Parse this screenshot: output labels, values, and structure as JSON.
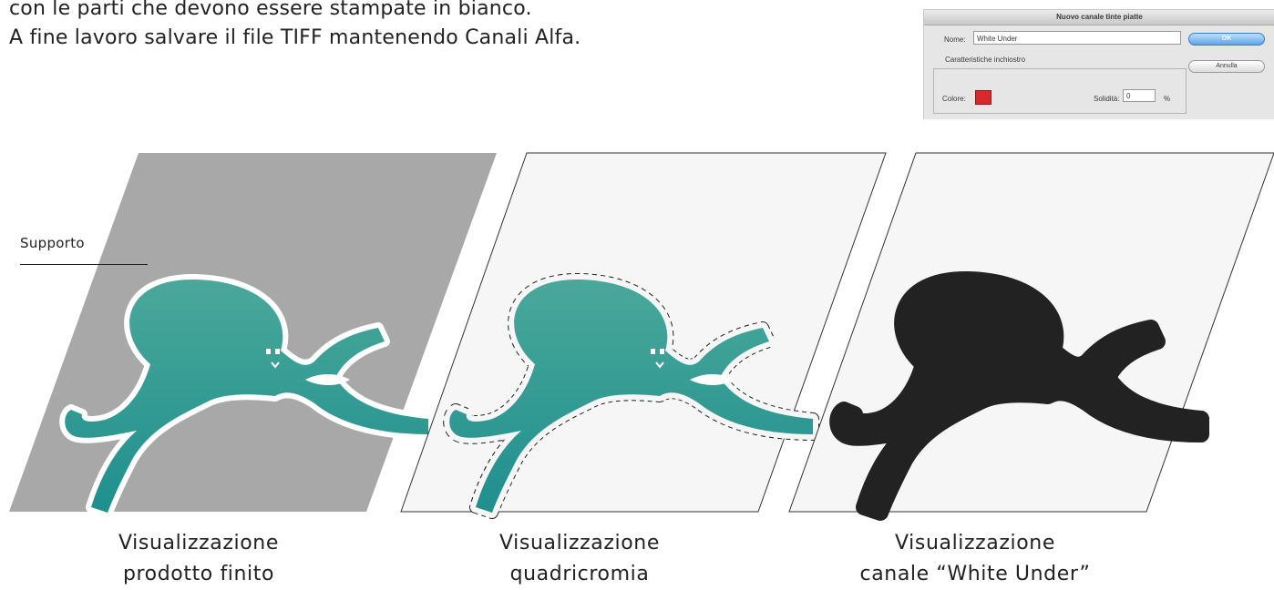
{
  "intro": {
    "line1": "con le parti che devono essere stampate in bianco.",
    "line2": "A fine lavoro salvare il file TIFF mantenendo Canali Alfa."
  },
  "dialog": {
    "title": "Nuovo canale tinte piatte",
    "name_label": "Nome:",
    "name_value": "White Under",
    "ok_label": "OK",
    "cancel_label": "Annulla",
    "group_title": "Caratteristiche inchiostro",
    "color_label": "Colore:",
    "color_value": "#d9292f",
    "solidity_label": "Solidità:",
    "solidity_value": "0",
    "percent_label": "%"
  },
  "support_label": "Supporto",
  "colors": {
    "support_gray": "#a8a8a8",
    "teal": "#2a9c93",
    "white_under": "#222222"
  },
  "panels": [
    {
      "caption_line1": "Visualizzazione",
      "caption_line2": "prodotto finito"
    },
    {
      "caption_line1": "Visualizzazione",
      "caption_line2": "quadricromia"
    },
    {
      "caption_line1": "Visualizzazione",
      "caption_line2": "canale “White Under”"
    }
  ]
}
